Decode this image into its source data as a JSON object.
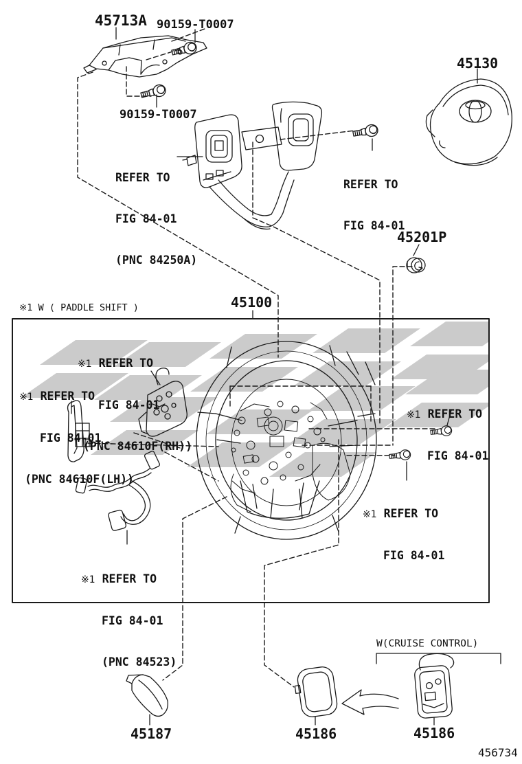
{
  "figure_number": "456734",
  "colors": {
    "line": "#1a1a1a",
    "watermark": "#cbcbcb",
    "background": "#ffffff"
  },
  "parts": {
    "bracket": {
      "number": "45713A"
    },
    "screw_top": {
      "number": "90159-T0007"
    },
    "screw_mid": {
      "number": "90159-T0007"
    },
    "pad_assembly": {
      "number": "45130"
    },
    "nut": {
      "number": "45201P"
    },
    "steering_wheel": {
      "number": "45100"
    },
    "cover_lower": {
      "number": "45187"
    },
    "cover_left": {
      "number": "45186"
    },
    "cover_cruise": {
      "number": "45186"
    }
  },
  "notes": {
    "paddle_shift": "※1 W ( PADDLE SHIFT )",
    "cruise_control": "W(CRUISE CONTROL)"
  },
  "refs": {
    "switch_cluster": {
      "l1": "REFER TO",
      "l2": "FIG 84-01",
      "l3": "(PNC 84250A)"
    },
    "screw_right": {
      "l1": "REFER TO",
      "l2": "FIG 84-01"
    },
    "paddle_rh": {
      "prefix": "※1",
      "l1": "REFER TO",
      "l2": "FIG 84-01",
      "l3": "(PNC 84610F(RH))"
    },
    "paddle_lh": {
      "prefix": "※1",
      "l1": "REFER TO",
      "l2": "FIG 84-01",
      "l3": "(PNC 84610F(LH))"
    },
    "bolt_upper": {
      "prefix": "※1",
      "l1": "REFER TO",
      "l2": "FIG 84-01"
    },
    "bolt_lower": {
      "prefix": "※1",
      "l1": "REFER TO",
      "l2": "FIG 84-01"
    },
    "harness": {
      "prefix": "※1",
      "l1": "REFER TO",
      "l2": "FIG 84-01",
      "l3": "(PNC 84523)"
    }
  }
}
